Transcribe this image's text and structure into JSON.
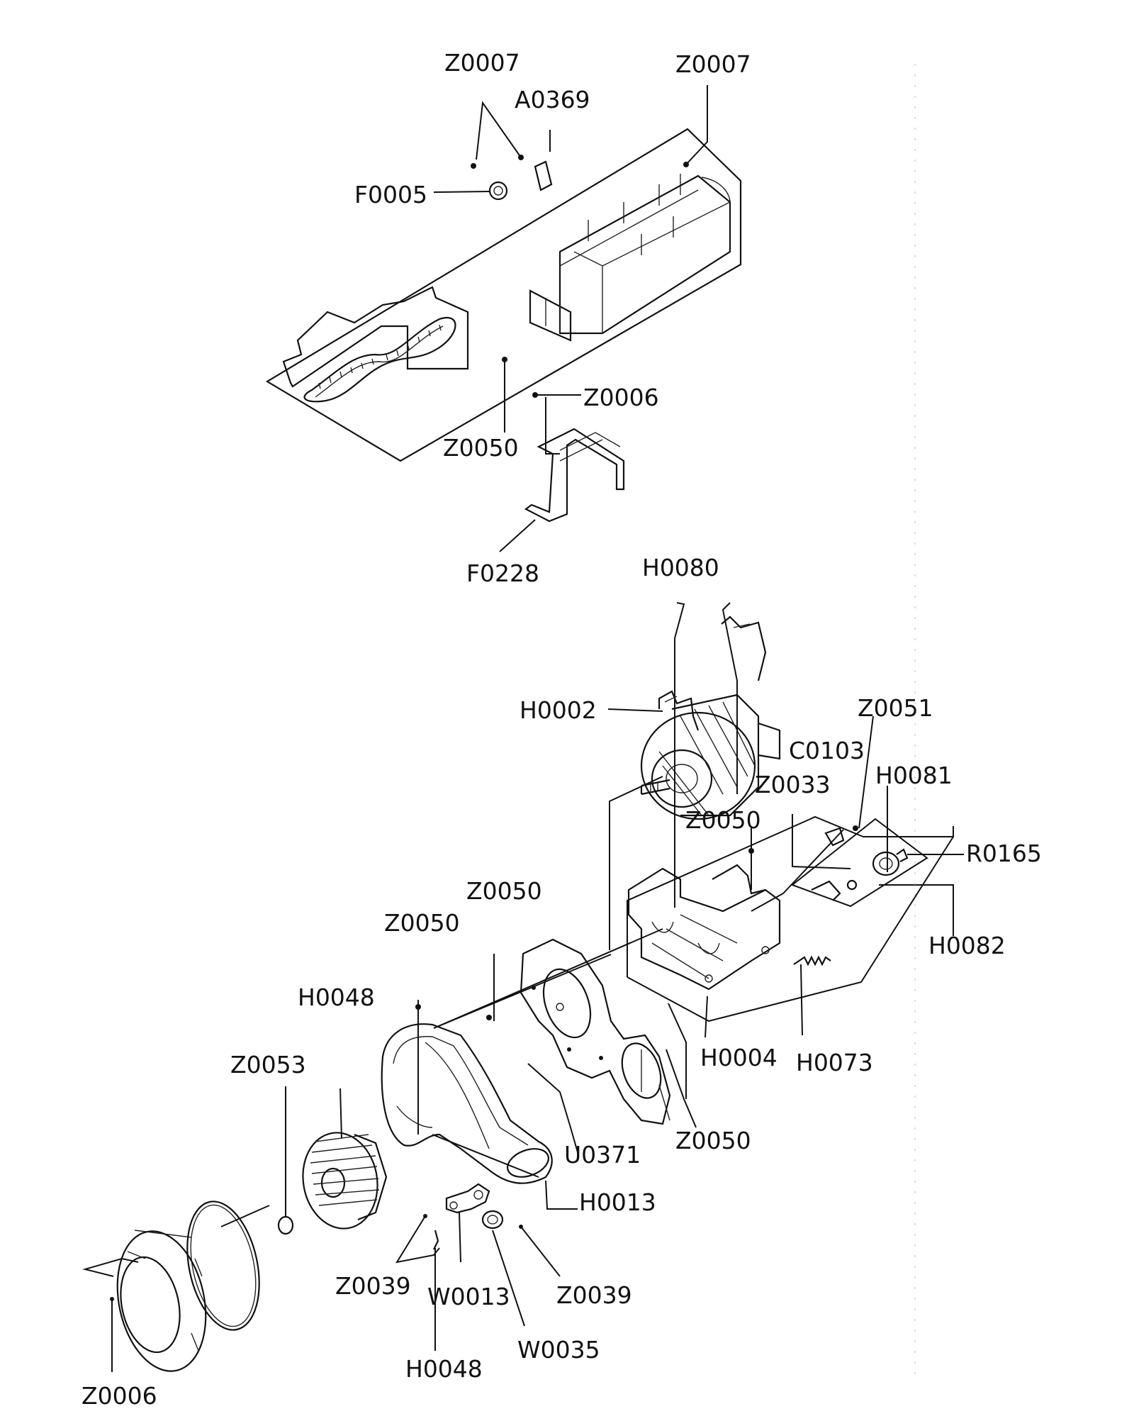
{
  "labels": {
    "l01": "Z0007",
    "l02": "Z0007",
    "l03": "A0369",
    "l04": "F0005",
    "l05": "Z0006",
    "l06": "Z0050",
    "l07": "F0228",
    "l08": "H0080",
    "l09": "H0002",
    "l10": "Z0051",
    "l11": "C0103",
    "l12": "H0081",
    "l13": "Z0033",
    "l14": "Z0050",
    "l15": "R0165",
    "l16": "Z0050",
    "l17": "H0082",
    "l18": "Z0050",
    "l19": "H0048",
    "l20": "Z0053",
    "l21": "H0004",
    "l22": "H0073",
    "l23": "U0371",
    "l24": "Z0050",
    "l25": "H0013",
    "l26": "Z0039",
    "l27": "W0013",
    "l28": "Z0039",
    "l29": "W0035",
    "l30": "H0048",
    "l31": "Z0006"
  }
}
